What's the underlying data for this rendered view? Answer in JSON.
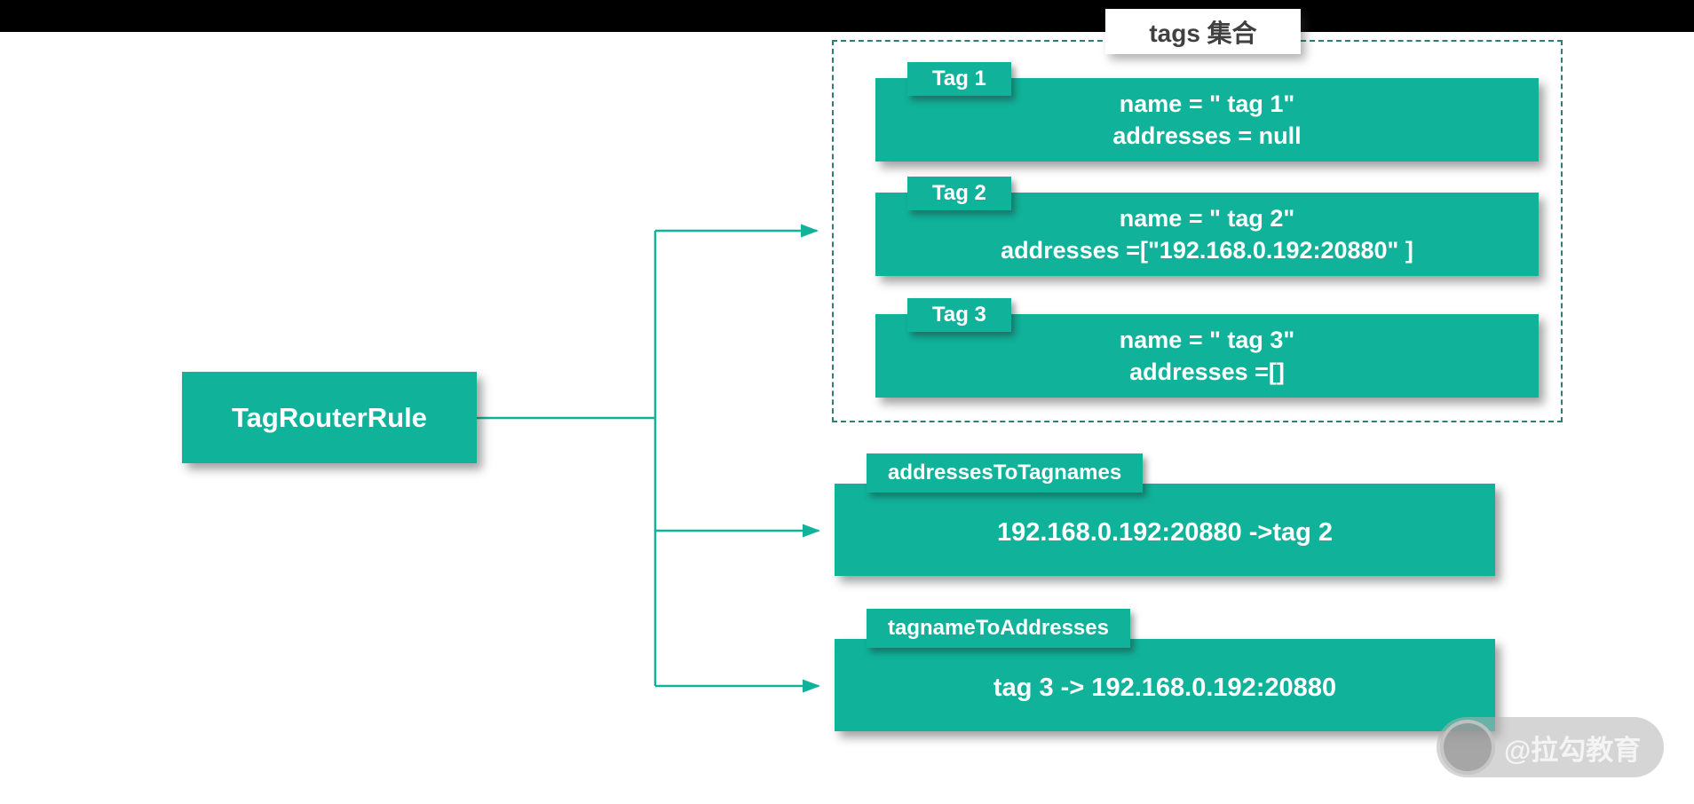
{
  "colors": {
    "accent": "#10b29a",
    "top_bar": "#000000",
    "dashed_border": "#2f7d74",
    "title_text": "#404040",
    "box_text": "#ffffff",
    "watermark": "#b2b2b2"
  },
  "root": {
    "label": "TagRouterRule"
  },
  "tags_group": {
    "title": "tags 集合",
    "tags": [
      {
        "label": "Tag 1",
        "lines": [
          "name = \" tag 1\"",
          "addresses = null"
        ]
      },
      {
        "label": "Tag 2",
        "lines": [
          "name = \" tag 2\"",
          "addresses =[\"192.168.0.192:20880\" ]"
        ]
      },
      {
        "label": "Tag 3",
        "lines": [
          "name = \" tag 3\"",
          "addresses =[]"
        ]
      }
    ]
  },
  "maps": [
    {
      "label": "addressesToTagnames",
      "content": "192.168.0.192:20880 ->tag 2"
    },
    {
      "label": "tagnameToAddresses",
      "content": "tag 3 -> 192.168.0.192:20880"
    }
  ],
  "watermark": {
    "text": "@拉勾教育"
  }
}
